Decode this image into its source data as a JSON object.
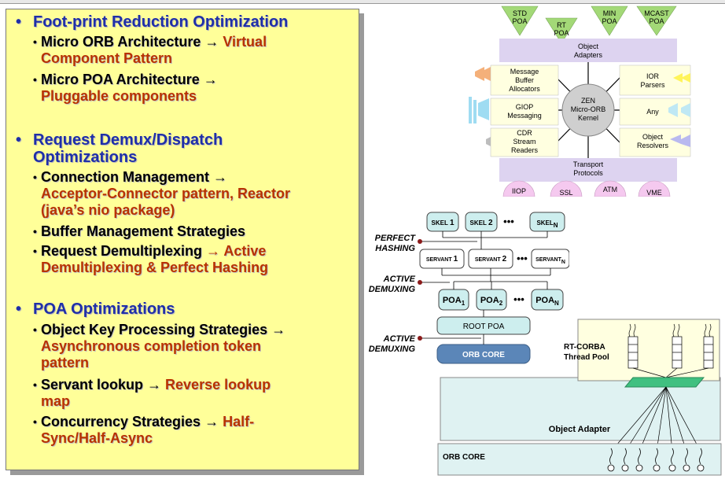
{
  "bullets": {
    "footprint": {
      "title": "Foot-print Reduction Optimization",
      "micro_orb": {
        "lead": "Micro ORB Architecture ",
        "arrow": "→",
        "line1_red": " Virtual",
        "line2_red": "Component Pattern"
      },
      "micro_poa": {
        "lead": " Micro POA Architecture ",
        "arrow": "→",
        "line2_red": "Pluggable components"
      }
    },
    "demux": {
      "title_line1": "Request Demux/Dispatch",
      "title_line2": "Optimizations",
      "connection": {
        "lead": "Connection Management ",
        "arrow": "→",
        "line2_red": "Acceptor-Connector pattern, Reactor",
        "line3_red": "(java’s nio package)"
      },
      "buffer": {
        "lead": "Buffer Management Strategies"
      },
      "request_demux": {
        "lead": "Request Demultiplexing ",
        "arrow": "→",
        "line1_red": " Active",
        "line2_red": "Demultiplexing & Perfect Hashing"
      }
    },
    "poa": {
      "title": "POA Optimizations",
      "object_key": {
        "lead": "Object Key Processing Strategies ",
        "arrow": "→",
        "line2_red": "Asynchronous completion token",
        "line3_red": "pattern"
      },
      "servant_lookup": {
        "lead": "Servant lookup ",
        "arrow": "→",
        "line1_red": " Reverse lookup",
        "line2_red": "map"
      },
      "concurrency": {
        "lead": "Concurrency Strategies ",
        "arrow": "→",
        "line1_red": " Half-",
        "line2_red": "Sync/Half-Async"
      }
    }
  },
  "zen_diagram": {
    "adapters_top": [
      "STD",
      "POA",
      "RT",
      "POA",
      "MIN",
      "POA",
      "MCAST",
      "POA"
    ],
    "object_adapters": [
      "Object",
      "Adapters"
    ],
    "kernel": [
      "ZEN",
      "Micro-ORB",
      "Kernel"
    ],
    "left_boxes": [
      [
        "Message",
        "Buffer",
        "Allocators"
      ],
      [
        "GIOP",
        "Messaging"
      ],
      [
        "CDR",
        "Stream",
        "Readers"
      ]
    ],
    "right_boxes": [
      [
        "IOR",
        "Parsers"
      ],
      [
        "Any"
      ],
      [
        "Object",
        "Resolvers"
      ]
    ],
    "transport": [
      "Transport",
      "Protocols"
    ],
    "protocols": [
      "IIOP",
      "SSL",
      "ATM",
      "VME"
    ],
    "colors": {
      "lavender": "#ddd3f0",
      "adapter_green": "#a3d977",
      "cream": "#ffffe0",
      "kernel_grey": "#cfcfcf",
      "pink": "#f5c9ef"
    }
  },
  "demux_diagram": {
    "skel": [
      "SKEL",
      "1",
      "SKEL",
      "2",
      "SKEL",
      "N"
    ],
    "servant": [
      "SERVANT",
      "1",
      "SERVANT",
      "2",
      "SERVANT",
      "N"
    ],
    "poa": [
      "POA",
      "1",
      "POA",
      "2",
      "POA",
      "N"
    ],
    "ellipsis": "•••",
    "perfect_hashing": [
      "PERFECT",
      "HASHING"
    ],
    "active_demuxing_1": [
      "ACTIVE",
      "DEMUXING"
    ],
    "active_demuxing_2": [
      "ACTIVE",
      "DEMUXING"
    ],
    "root_poa": "ROOT POA",
    "orb_core": "ORB CORE"
  },
  "threadpool_diagram": {
    "pool_label": [
      "RT-CORBA",
      "Thread Pool"
    ],
    "object_adapter": "Object Adapter",
    "orb_core": "ORB CORE",
    "colors": {
      "pool_bg": "#ffffe0",
      "adapter_bg": "#dff2f2",
      "trapezoid": "#40c080"
    }
  }
}
